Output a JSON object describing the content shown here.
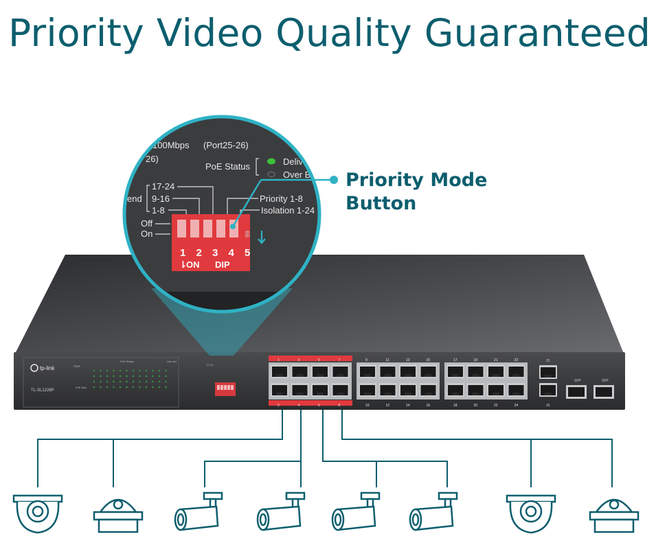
{
  "headline": "Priority Video Quality Guaranteed",
  "callout": {
    "line1": "Priority Mode",
    "line2": "Button"
  },
  "colors": {
    "accent": "#0d5e6e",
    "cyan": "#2fb2c4",
    "red": "#e03a3e",
    "device": "#3d3e40"
  },
  "zoom": {
    "speed_line": "100Mbps",
    "port_note": "(Port25-26)",
    "paren": "26)",
    "poe_status": "PoE Status",
    "deliv": "Deliv",
    "over": "Over B",
    "group_24": "17-24",
    "group_16": "9-16",
    "group_8": "1-8",
    "end_frag": "end",
    "priority": "Priority 1-8",
    "isolation": "Isolation 1-24",
    "off": "Off",
    "on": "On",
    "dip_numbers": "1 2 3 4 5",
    "on_label": "ON",
    "dip_label": "DIP"
  },
  "switch": {
    "brand": "tp-link",
    "model": "TL-SL1226P",
    "pwr": "PWR",
    "poe_status": "PoE Status",
    "poe_max": "PoE Max",
    "link_act": "Link Act",
    "port_numbers_top": [
      "1",
      "3",
      "5",
      "7",
      "9",
      "11",
      "13",
      "15",
      "17",
      "19",
      "21",
      "23"
    ],
    "port_numbers_bottom": [
      "2",
      "4",
      "6",
      "8",
      "10",
      "12",
      "14",
      "16",
      "18",
      "20",
      "22",
      "24"
    ],
    "uplink_top": "25",
    "uplink_bottom": "26",
    "sfp1": "SFP",
    "sfp2": "SFP"
  },
  "devices": [
    {
      "icon": "dome-camera"
    },
    {
      "icon": "ceiling-dome-camera"
    },
    {
      "icon": "bullet-camera"
    },
    {
      "icon": "bullet-camera"
    },
    {
      "icon": "bullet-camera"
    },
    {
      "icon": "bullet-camera"
    },
    {
      "icon": "dome-camera"
    },
    {
      "icon": "ceiling-dome-camera"
    }
  ]
}
